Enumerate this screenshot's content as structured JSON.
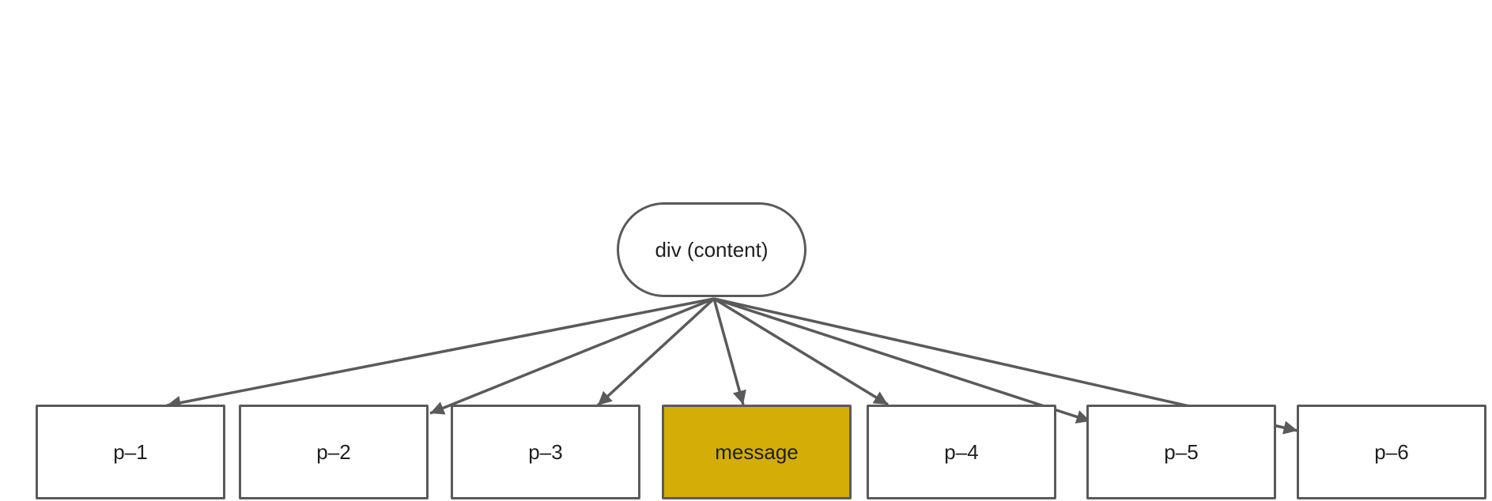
{
  "diagram": {
    "root": {
      "id": "root",
      "label": "div (content)"
    },
    "children": [
      {
        "id": "p1",
        "label": "p–1",
        "highlight": false
      },
      {
        "id": "p2",
        "label": "p–2",
        "highlight": false
      },
      {
        "id": "p3",
        "label": "p–3",
        "highlight": false
      },
      {
        "id": "message",
        "label": "message",
        "highlight": true
      },
      {
        "id": "p4",
        "label": "p–4",
        "highlight": false
      },
      {
        "id": "p5",
        "label": "p–5",
        "highlight": false
      },
      {
        "id": "p6",
        "label": "p–6",
        "highlight": false
      }
    ],
    "edges": [
      {
        "from": "root",
        "to": "p1"
      },
      {
        "from": "root",
        "to": "p2"
      },
      {
        "from": "root",
        "to": "p3"
      },
      {
        "from": "root",
        "to": "message"
      },
      {
        "from": "root",
        "to": "p4"
      },
      {
        "from": "root",
        "to": "p5"
      },
      {
        "from": "root",
        "to": "p6"
      }
    ],
    "colors": {
      "stroke": "#5a5a5a",
      "highlight_fill": "#d4ae06",
      "background": "#ffffff",
      "text": "#1f1f1f"
    }
  }
}
